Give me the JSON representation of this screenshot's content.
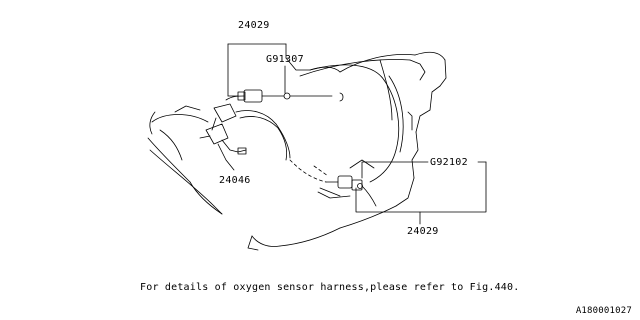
{
  "callouts": {
    "top_24029": "24029",
    "g91307": "G91307",
    "part_24046": "24046",
    "g92102": "G92102",
    "bottom_24029": "24029"
  },
  "footnote": "For details of oxygen sensor harness,please refer to Fig.440.",
  "diagram_id": "A180001027",
  "colors": {
    "ink": "#000000",
    "background": "#ffffff"
  }
}
